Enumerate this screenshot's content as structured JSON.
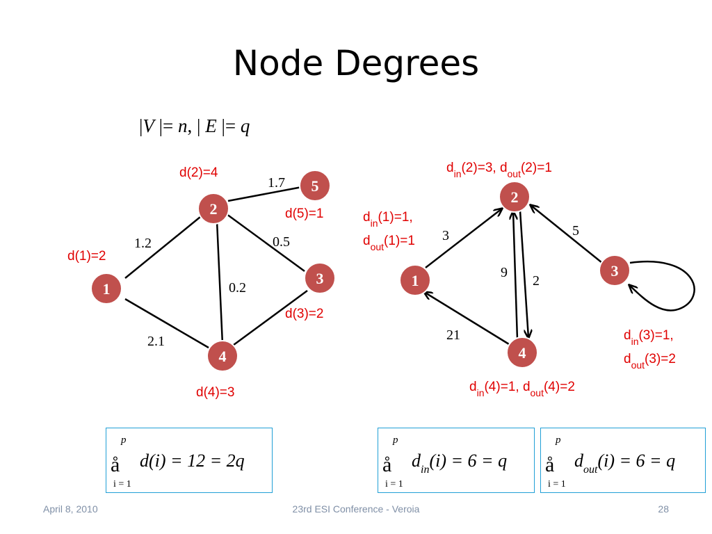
{
  "slide": {
    "title": "Node Degrees",
    "definition": {
      "v": "V",
      "n": "n",
      "e": "E",
      "q": "q"
    }
  },
  "undirected": {
    "nodes": [
      {
        "id": "1",
        "label": "1",
        "degree_text": "d(1)=2"
      },
      {
        "id": "2",
        "label": "2",
        "degree_text": "d(2)=4"
      },
      {
        "id": "3",
        "label": "3",
        "degree_text": "d(3)=2"
      },
      {
        "id": "4",
        "label": "4",
        "degree_text": "d(4)=3"
      },
      {
        "id": "5",
        "label": "5",
        "degree_text": "d(5)=1"
      }
    ],
    "edges": [
      {
        "from": "1",
        "to": "2",
        "weight": "1.2"
      },
      {
        "from": "2",
        "to": "5",
        "weight": "1.7"
      },
      {
        "from": "2",
        "to": "3",
        "weight": "0.5"
      },
      {
        "from": "2",
        "to": "4",
        "weight": "0.2"
      },
      {
        "from": "1",
        "to": "4",
        "weight": "2.1"
      },
      {
        "from": "4",
        "to": "3",
        "weight": ""
      }
    ]
  },
  "directed": {
    "nodes": [
      {
        "id": "1",
        "label": "1",
        "deg_in": "1",
        "deg_out": "1"
      },
      {
        "id": "2",
        "label": "2",
        "deg_in": "3",
        "deg_out": "1"
      },
      {
        "id": "3",
        "label": "3",
        "deg_in": "1",
        "deg_out": "2"
      },
      {
        "id": "4",
        "label": "4",
        "deg_in": "1",
        "deg_out": "2"
      }
    ],
    "edges": [
      {
        "from": "1",
        "to": "2",
        "weight": "3"
      },
      {
        "from": "3",
        "to": "2",
        "weight": "5"
      },
      {
        "from": "4",
        "to": "2",
        "weight": "9"
      },
      {
        "from": "2",
        "to": "4",
        "weight": "2"
      },
      {
        "from": "4",
        "to": "1",
        "weight": "21"
      },
      {
        "from": "3",
        "to": "3",
        "weight": ""
      }
    ]
  },
  "formulas": {
    "upper": "p",
    "lower": "i = 1",
    "sum_symbol": "å",
    "total": "d(i) = 12 = 2q",
    "in_total": "= 6 = q",
    "out_total": "= 6 = q"
  },
  "footer": {
    "date": "April 8, 2010",
    "center": "23rd ESI Conference  - Veroia",
    "page": "28"
  },
  "colors": {
    "node_fill": "#c0504d",
    "node_stroke": "#ffffff",
    "label_red": "#e00000",
    "box_border": "#1f9fd6"
  }
}
